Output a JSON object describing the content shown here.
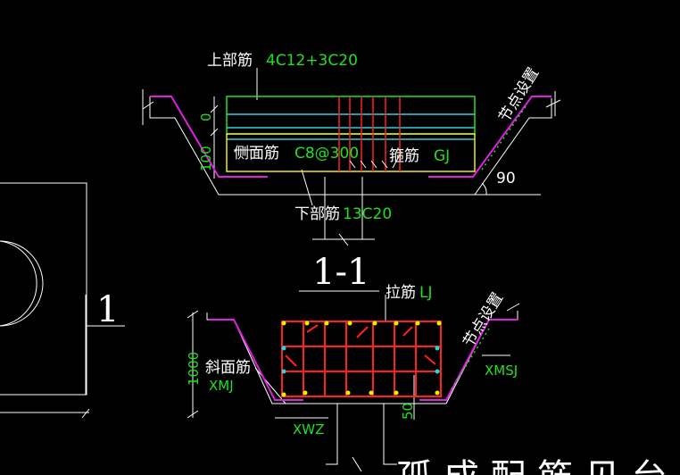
{
  "section_title": "1-1",
  "left_marker": "1",
  "top_section": {
    "top_bar_label": "上部筋",
    "top_bar_value": "4C12+3C20",
    "side_bar_label": "侧面筋",
    "side_bar_value": "C8@300",
    "stirrup_label": "箍筋",
    "stirrup_value": "GJ",
    "bottom_bar_label": "下部筋",
    "bottom_bar_value": "13C20",
    "node_label": "节点设置",
    "angle_value": "90",
    "dim_top": "0",
    "dim_side": "100"
  },
  "bottom_section": {
    "tie_label": "拉筋",
    "tie_value": "LJ",
    "slope_label": "斜面筋",
    "slope_value": "XMJ",
    "node_label": "节点设置",
    "right_label": "XMSJ",
    "width_label": "XWZ",
    "height_dim": "1000",
    "bottom_dim": "50"
  },
  "footer_text": "孤 成 配 筋 见 台",
  "colors": {
    "background": "#000000",
    "outline": "#FFFFFF",
    "rebar_red": "#FF2020",
    "green_text": "#20E020",
    "magenta": "#E020E0",
    "yellow": "#F0F000",
    "cyan": "#30D0E0"
  }
}
